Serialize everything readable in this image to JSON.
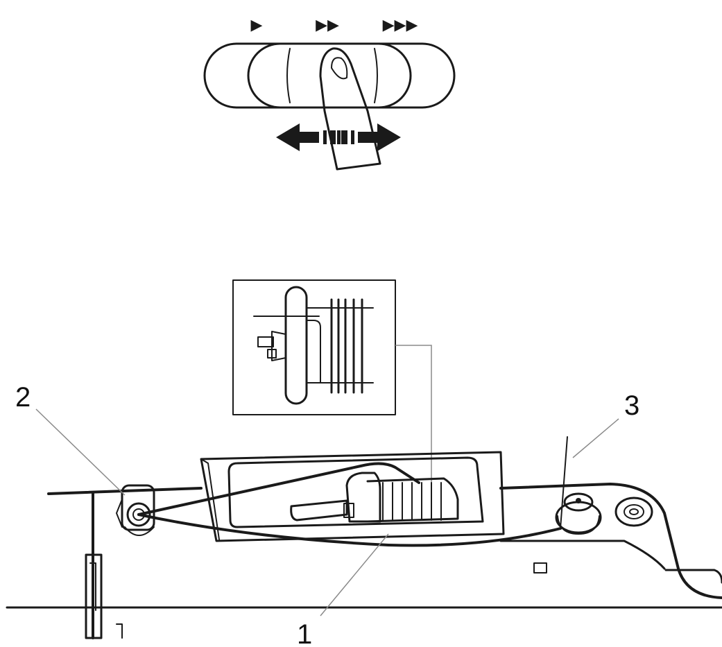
{
  "diagram": {
    "speed_indicators": [
      "▶",
      "▶▶",
      "▶▶▶"
    ],
    "callouts": {
      "thread": "1",
      "thread_guide": "2",
      "bobbin_winder": "3"
    },
    "colors": {
      "line": "#1a1a1a",
      "leader": "#8a8a8a",
      "background": "#ffffff"
    }
  }
}
